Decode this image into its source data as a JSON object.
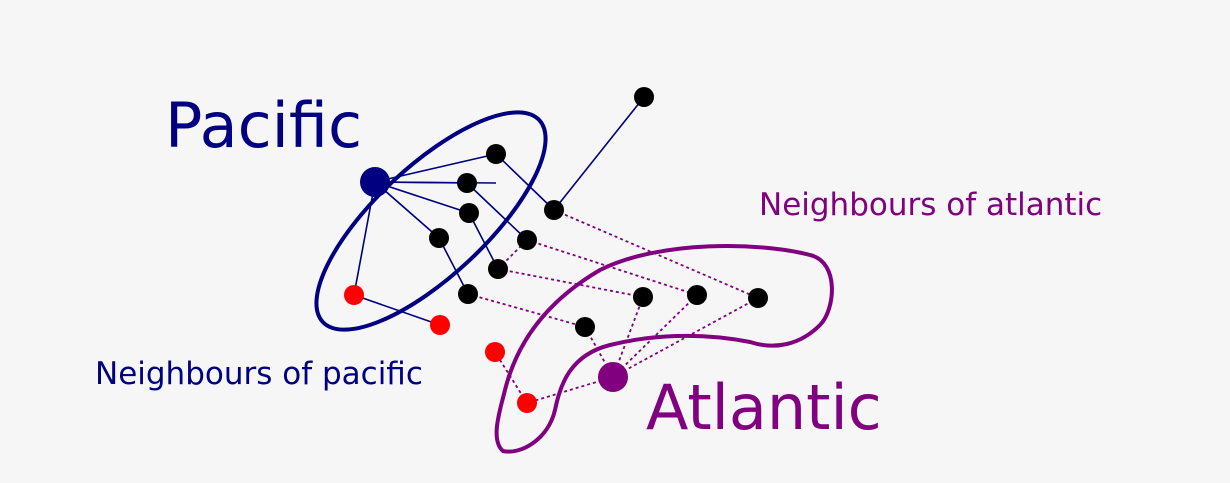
{
  "labels": {
    "pacific": "Pacific",
    "atlantic": "Atlantic",
    "pacific_neighbours": "Neighbours of pacific",
    "atlantic_neighbours": "Neighbours of atlantic"
  },
  "colors": {
    "background": "#f6f6f6",
    "pacific": "#000080",
    "atlantic": "#800080",
    "node": "#000000",
    "red_node": "#ff0000"
  }
}
